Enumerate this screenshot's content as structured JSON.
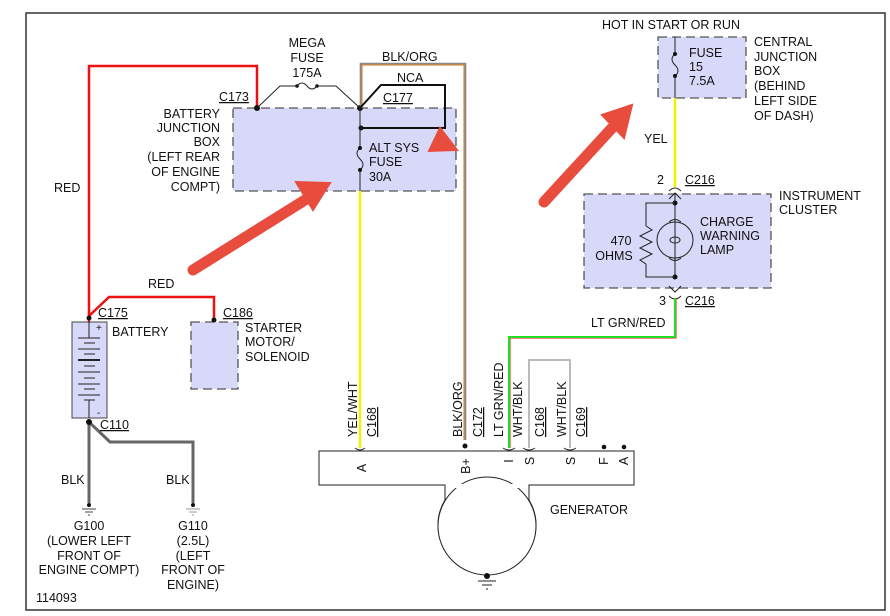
{
  "diagram_id": "114093",
  "colors": {
    "red": "#ee1111",
    "yellow": "#f2f200",
    "black_orange": "#d98c3a",
    "green": "#22dd22",
    "gray_wire": "#666666",
    "white_black": "#bbbbbb",
    "component_fill": "#d8d8f8",
    "arrow": "#e84c3d"
  },
  "labels": {
    "mega_fuse": [
      "MEGA",
      "FUSE",
      "175A"
    ],
    "blk_org_top": "BLK/ORG",
    "nca": "NCA",
    "c177": "C177",
    "c173": "C173",
    "battery_junction_box": [
      "BATTERY",
      "JUNCTION",
      "BOX",
      "(LEFT REAR",
      "OF ENGINE",
      "COMPT)"
    ],
    "alt_sys_fuse": [
      "ALT SYS",
      "FUSE",
      "30A"
    ],
    "red_left": "RED",
    "red_mid": "RED",
    "c175": "C175",
    "battery": "BATTERY",
    "c186": "C186",
    "starter": [
      "STARTER",
      "MOTOR/",
      "SOLENOID"
    ],
    "c110": "C110",
    "blk1": "BLK",
    "blk2": "BLK",
    "g100": [
      "G100",
      "(LOWER LEFT",
      "FRONT OF",
      "ENGINE COMPT)"
    ],
    "g110": [
      "G110",
      "(2.5L)",
      "(LEFT",
      "FRONT OF",
      "ENGINE)"
    ],
    "hot_in": "HOT IN START OR RUN",
    "fuse15": [
      "FUSE",
      "15",
      "7.5A"
    ],
    "central_jb": [
      "CENTRAL",
      "JUNCTION",
      "BOX",
      "(BEHIND",
      "LEFT SIDE",
      "OF DASH)"
    ],
    "yel": "YEL",
    "pin2": "2",
    "c216_top": "C216",
    "instrument_cluster": [
      "INSTRUMENT",
      "CLUSTER"
    ],
    "ohms": [
      "470",
      "OHMS"
    ],
    "charge_lamp": [
      "CHARGE",
      "WARNING",
      "LAMP"
    ],
    "pin3": "3",
    "c216_bot": "C216",
    "lt_grn_red": "LT GRN/RED",
    "gen_wires": {
      "yel_wht": "YEL/WHT",
      "c168a": "C168",
      "blk_org": "BLK/ORG",
      "c172": "C172",
      "lt_grn_red": "LT GRN/RED",
      "wht_blk1": "WHT/BLK",
      "c168b": "C168",
      "wht_blk2": "WHT/BLK",
      "c169": "C169"
    },
    "gen_pins": [
      "A",
      "B+",
      "I",
      "S",
      "S",
      "F",
      "A"
    ],
    "generator": "GENERATOR"
  }
}
